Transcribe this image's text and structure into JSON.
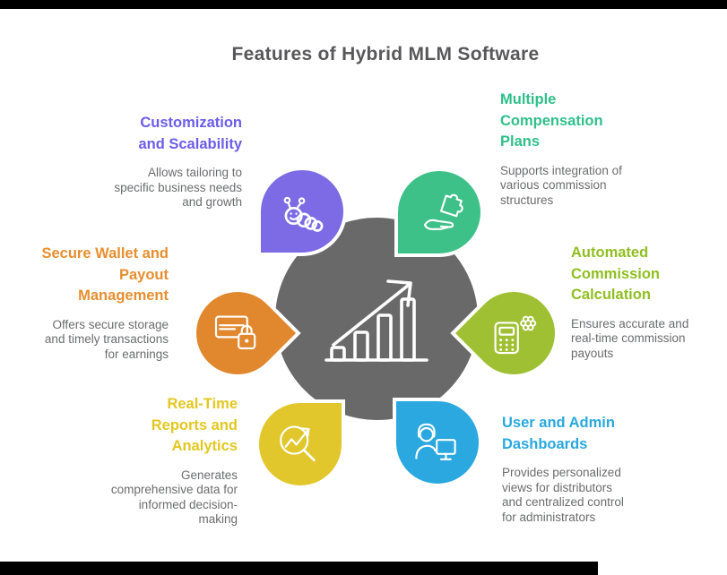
{
  "page": {
    "background": "#ffffff",
    "top_bar_color": "#000000",
    "bottom_bar_color": "#000000",
    "watermark_box_color": "#ffffff",
    "description_text_color": "#6b6c6e"
  },
  "title": {
    "text": "Features of Hybrid MLM Software",
    "color": "#58585b"
  },
  "center_hub": {
    "icon": "bar-chart-growth-icon",
    "fill_color": "#696969",
    "border_color": "#ffffff"
  },
  "features": [
    {
      "id": "customization-scalability",
      "heading_lines": [
        "Customization",
        "and Scalability"
      ],
      "description_lines": [
        "Allows tailoring to",
        "specific business needs",
        "and growth"
      ],
      "heading_color": "#6b5ce9",
      "pin_color": "#7c6be4",
      "icon": "caterpillar-icon"
    },
    {
      "id": "multiple-compensation-plans",
      "heading_lines": [
        "Multiple",
        "Compensation",
        "Plans"
      ],
      "description_lines": [
        "Supports integration of",
        "various commission",
        "structures"
      ],
      "heading_color": "#2fbf8b",
      "pin_color": "#3ec189",
      "icon": "hand-puzzle-icon"
    },
    {
      "id": "secure-wallet-payout-management",
      "heading_lines": [
        "Secure Wallet and",
        "Payout",
        "Management"
      ],
      "description_lines": [
        "Offers secure storage",
        "and timely transactions",
        "for earnings"
      ],
      "heading_color": "#e78e2e",
      "pin_color": "#e1882e",
      "icon": "credit-card-lock-icon"
    },
    {
      "id": "automated-commission-calculation",
      "heading_lines": [
        "Automated",
        "Commission",
        "Calculation"
      ],
      "description_lines": [
        "Ensures accurate and",
        "real-time commission",
        "payouts"
      ],
      "heading_color": "#90bf21",
      "pin_color": "#a0c034",
      "icon": "calculator-gear-icon"
    },
    {
      "id": "real-time-reports-analytics",
      "heading_lines": [
        "Real-Time",
        "Reports and",
        "Analytics"
      ],
      "description_lines": [
        "Generates",
        "comprehensive data for",
        "informed decision-",
        "making"
      ],
      "heading_color": "#e3c71f",
      "pin_color": "#e1c72b",
      "icon": "magnifier-chart-icon"
    },
    {
      "id": "user-admin-dashboards",
      "heading_lines": [
        "User and Admin",
        "Dashboards"
      ],
      "description_lines": [
        "Provides personalized",
        "views for distributors",
        "and centralized control",
        "for administrators"
      ],
      "heading_color": "#29a8dd",
      "pin_color": "#2aa8df",
      "icon": "person-monitor-icon"
    }
  ]
}
